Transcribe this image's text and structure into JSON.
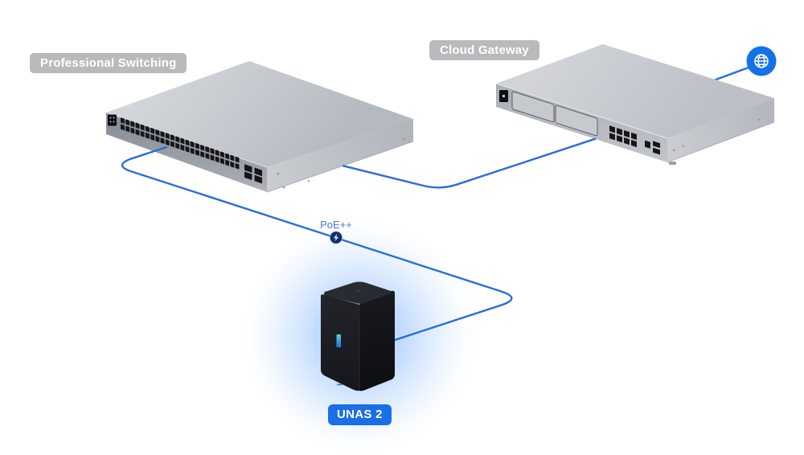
{
  "devices": {
    "switch": {
      "label": "Professional Switching",
      "rj45_ports": 48,
      "sfp_ports": 4
    },
    "gateway": {
      "label": "Cloud Gateway",
      "rj45_ports": 9,
      "sfp_ports": 2
    },
    "nas": {
      "label": "UNAS 2"
    }
  },
  "connections": [
    {
      "from": "switch",
      "to": "nas",
      "annotation": "PoE++"
    },
    {
      "from": "switch",
      "to": "gateway",
      "annotation": ""
    },
    {
      "from": "gateway",
      "to": "internet-globe",
      "annotation": ""
    }
  ],
  "icons": {
    "globe": "globe-icon",
    "poe_bolt": "lightning-icon"
  },
  "colors": {
    "background": "#ffffff",
    "connection_line": "#2a6cdf",
    "globe_badge": "#1570e9",
    "nas_badge_bg": "#1a6ee8",
    "nas_glow": "#aeccfd",
    "poe_badge_bg": "#132f6b",
    "poe_text": "#4b7ad9",
    "device_label_bg": "#b5b6b9",
    "device_label_text": "#ffffff"
  }
}
